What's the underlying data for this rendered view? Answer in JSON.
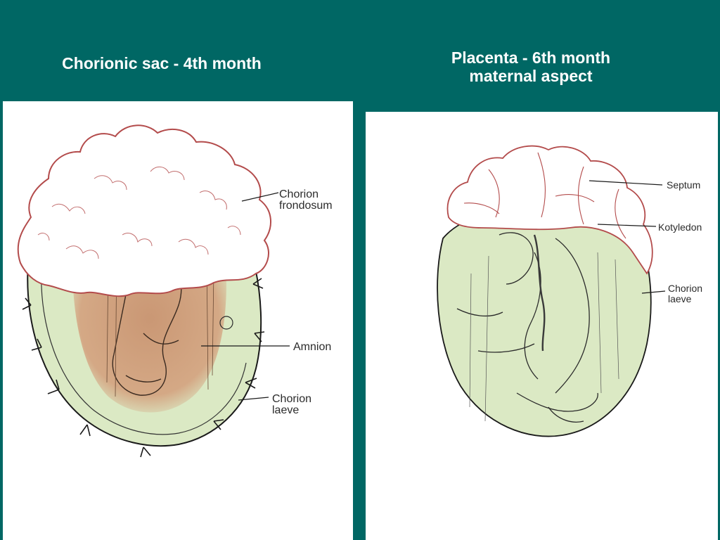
{
  "slide": {
    "left_title": "Chorionic sac - 4th month",
    "right_title_line1": "Placenta - 6th month",
    "right_title_line2": "maternal aspect"
  },
  "left_diagram": {
    "labels": {
      "chorion_frondosum_1": "Chorion",
      "chorion_frondosum_2": "frondosum",
      "amnion": "Amnion",
      "chorion_laeve_1": "Chorion",
      "chorion_laeve_2": "laeve"
    }
  },
  "right_diagram": {
    "labels": {
      "septum": "Septum",
      "kotyledon": "Kotyledon",
      "chorion_laeve_1": "Chorion",
      "chorion_laeve_2": "laeve"
    }
  },
  "colors": {
    "background": "#006764",
    "panel": "#ffffff",
    "sac_green": "#dbe9c4",
    "amnion_brown": "#cc9b74",
    "villi_outline": "#b34b4b"
  }
}
